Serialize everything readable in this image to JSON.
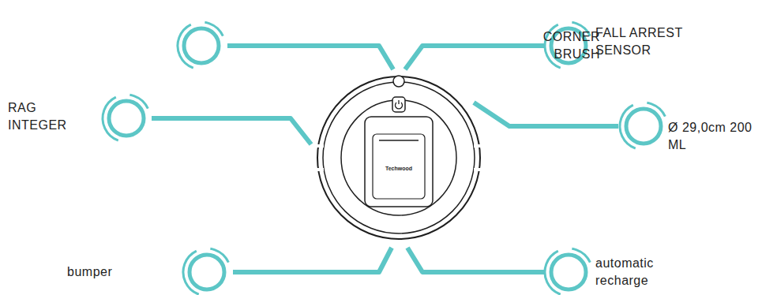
{
  "diagram": {
    "labels": [
      "CORNER BRUSH",
      "FALL ARREST SENSOR",
      "RAG INTEGER",
      "Ø 29,0cm 200 ML",
      "bumper",
      "automatic recharge",
      "Techwood"
    ]
  }
}
